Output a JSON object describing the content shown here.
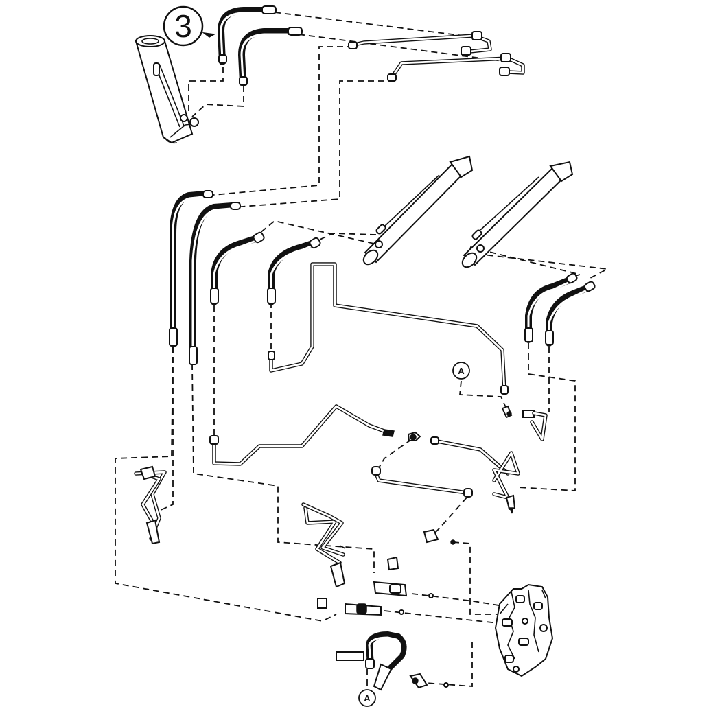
{
  "callout_main": {
    "label": "3"
  },
  "callouts": {
    "connector_top": "A",
    "connector_bottom": "A"
  },
  "icons": [
    "callout-circle",
    "hydraulic-cylinder",
    "hydraulic-hose",
    "steel-tube",
    "fitting",
    "control-valve"
  ]
}
